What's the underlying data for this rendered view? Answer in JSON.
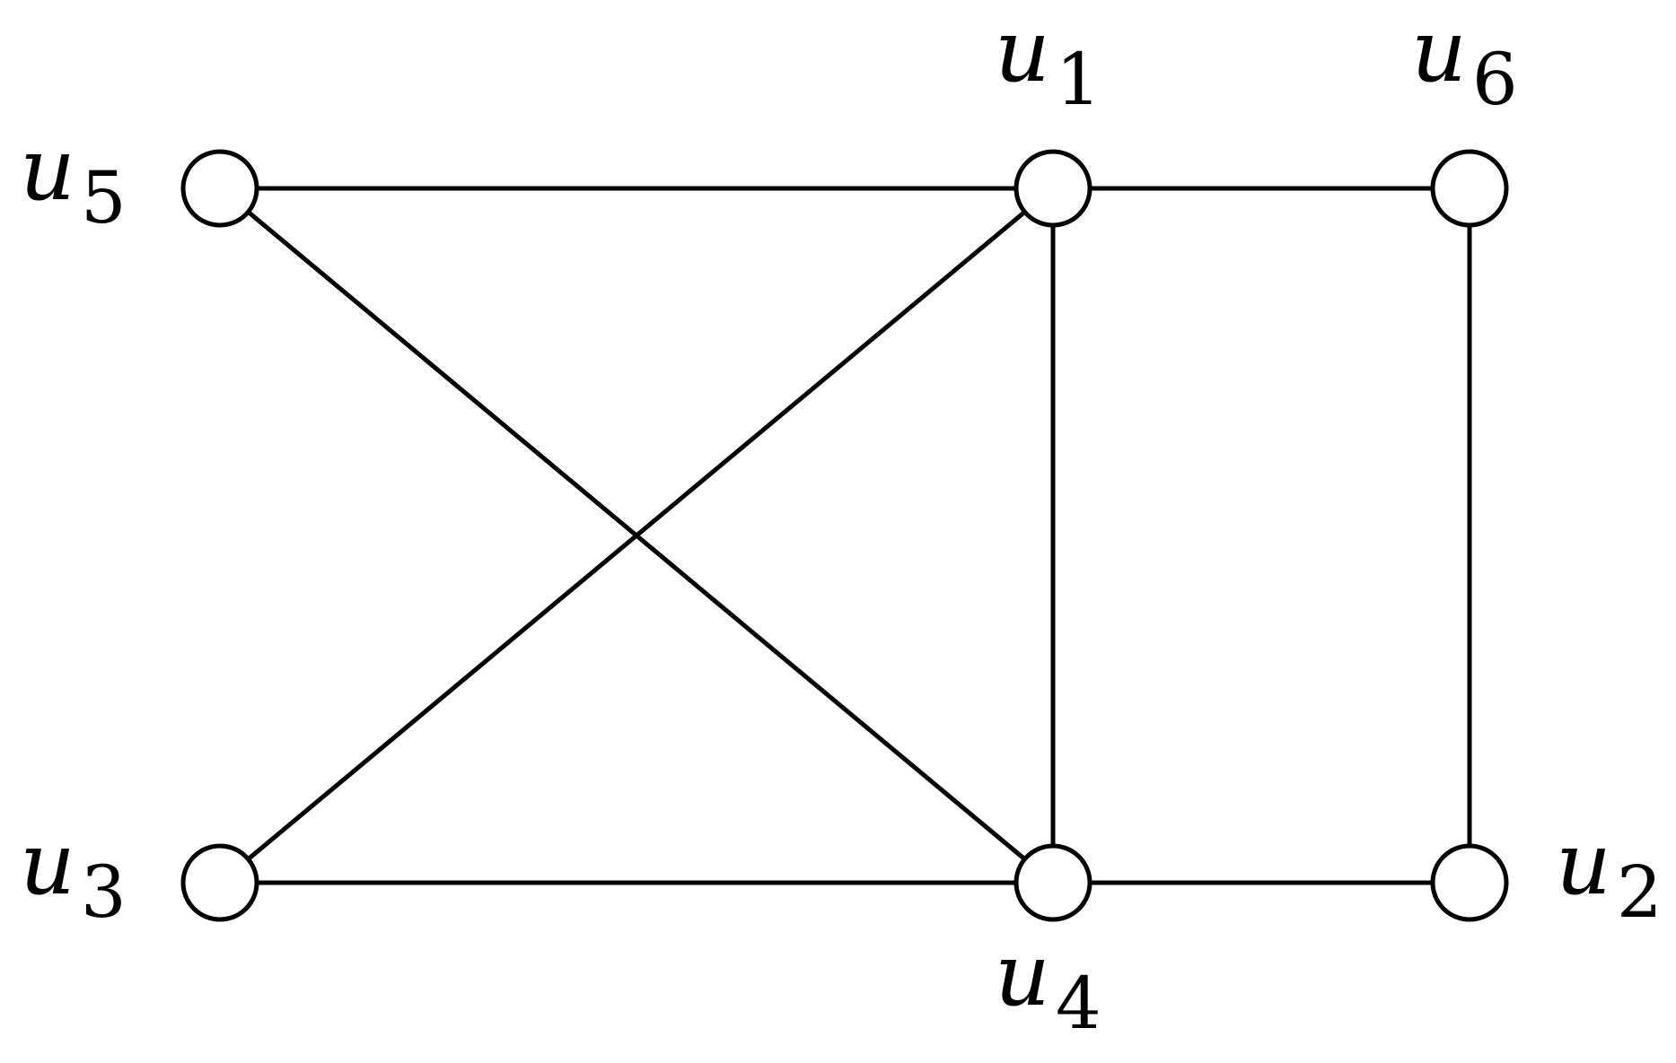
{
  "graph": {
    "nodes": [
      {
        "id": "u1",
        "label_base": "u",
        "label_sub": "1"
      },
      {
        "id": "u2",
        "label_base": "u",
        "label_sub": "2"
      },
      {
        "id": "u3",
        "label_base": "u",
        "label_sub": "3"
      },
      {
        "id": "u4",
        "label_base": "u",
        "label_sub": "4"
      },
      {
        "id": "u5",
        "label_base": "u",
        "label_sub": "5"
      },
      {
        "id": "u6",
        "label_base": "u",
        "label_sub": "6"
      }
    ],
    "edges": [
      [
        "u5",
        "u1"
      ],
      [
        "u1",
        "u6"
      ],
      [
        "u6",
        "u2"
      ],
      [
        "u1",
        "u4"
      ],
      [
        "u5",
        "u4"
      ],
      [
        "u1",
        "u3"
      ],
      [
        "u3",
        "u4"
      ],
      [
        "u4",
        "u2"
      ]
    ]
  }
}
